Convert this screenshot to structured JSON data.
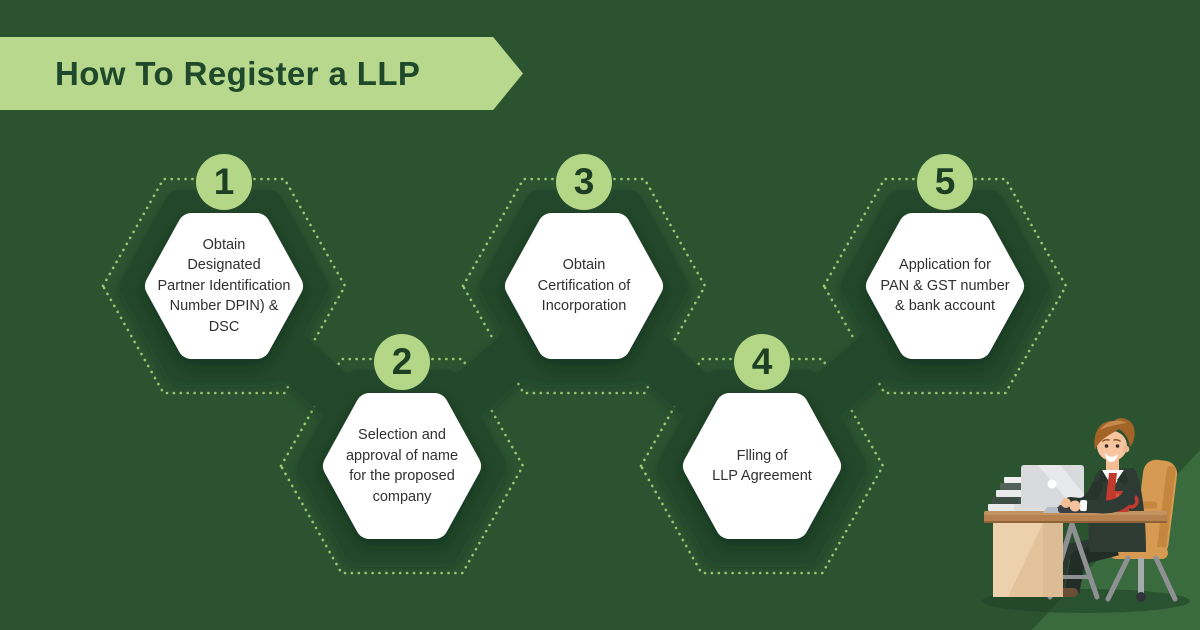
{
  "header": {
    "title": "How To Register a LLP"
  },
  "steps": [
    {
      "number": "1",
      "text": "Obtain\nDesignated\nPartner Identification\nNumber DPIN) &\nDSC"
    },
    {
      "number": "2",
      "text": "Selection and\napproval of name\nfor the proposed\ncompany"
    },
    {
      "number": "3",
      "text": "Obtain\nCertification of\nIncorporation"
    },
    {
      "number": "4",
      "text": "Flling of\nLLP Agreement"
    },
    {
      "number": "5",
      "text": "Application for\nPAN & GST number\n& bank account"
    }
  ],
  "illustration": {
    "name": "man-working-at-desk"
  },
  "colors": {
    "background": "#2B5330",
    "banner": "#B8D98D",
    "title_text": "#20482A",
    "hexagon_dark": "#24472B",
    "hexagon_fill": "#FFFFFF",
    "number_circle": "#B4D787",
    "number_text": "#1D4024",
    "step_text": "#303030",
    "dotted_outline": "#9CC873",
    "corner_triangle": "#3A6B3F"
  }
}
